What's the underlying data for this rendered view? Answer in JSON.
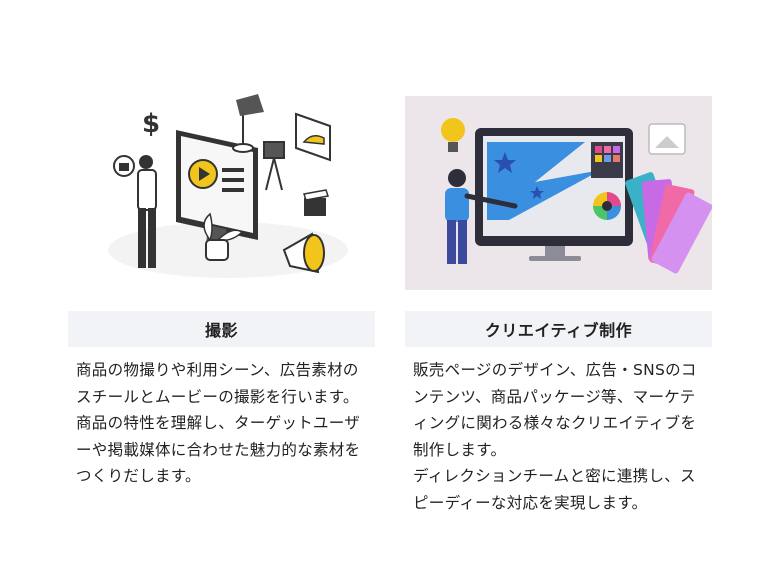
{
  "cards": [
    {
      "title": "撮影",
      "paragraphs": [
        "商品の物撮りや利用シーン、広告素材のスチールとムービーの撮影を行います。",
        "商品の特性を理解し、ターゲットユーザーや掲載媒体に合わせた魅力的な素材をつくりだします。"
      ],
      "illustration_icons": [
        "monitor-play-icon",
        "camera-icon",
        "spotlight-icon",
        "megaphone-icon",
        "clapperboard-icon",
        "dollar-icon",
        "like-icon",
        "plant-icon",
        "shoe-icon"
      ]
    },
    {
      "title": "クリエイティブ制作",
      "paragraphs": [
        "販売ページのデザイン、広告・SNSのコンテンツ、商品パッケージ等、マーケティングに関わる様々なクリエイティブを制作します。",
        "ディレクションチームと密に連携し、スピーディーな対応を実現します。"
      ],
      "illustration_icons": [
        "design-monitor-icon",
        "lightbulb-icon",
        "color-swatch-icon",
        "color-wheel-icon",
        "image-icon",
        "star-icon"
      ]
    }
  ],
  "colors": {
    "header_bg": "#f2f3f6",
    "accent_yellow": "#f2c51d",
    "accent_blue": "#3a8fe0",
    "illustration_bg": "#ece6ea"
  }
}
